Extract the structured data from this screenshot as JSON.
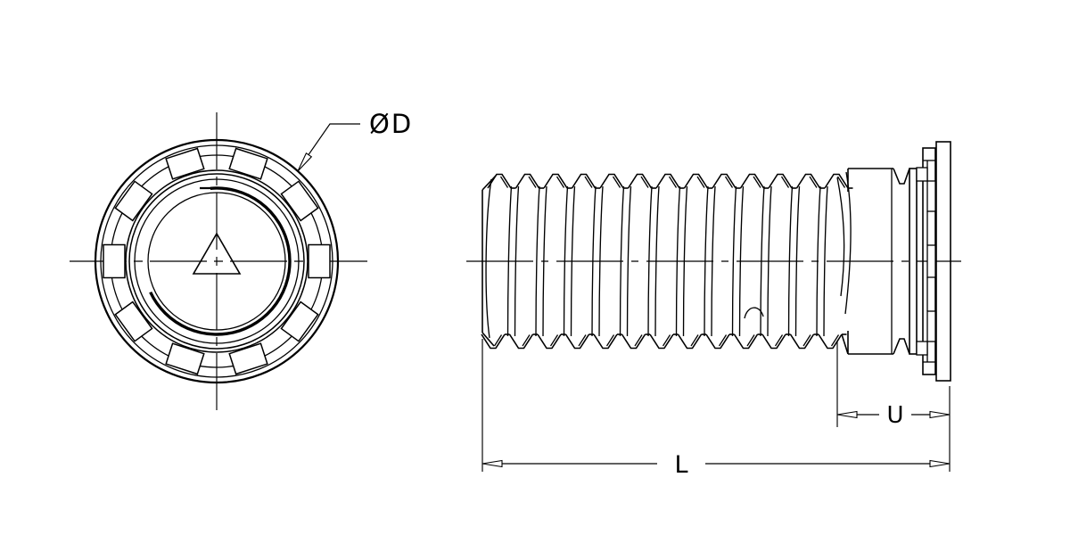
{
  "drawing": {
    "labels": {
      "diameter": "ØD",
      "unthreaded_length": "U",
      "overall_length": "L"
    },
    "colors": {
      "line": "#000000",
      "background": "#ffffff"
    }
  }
}
